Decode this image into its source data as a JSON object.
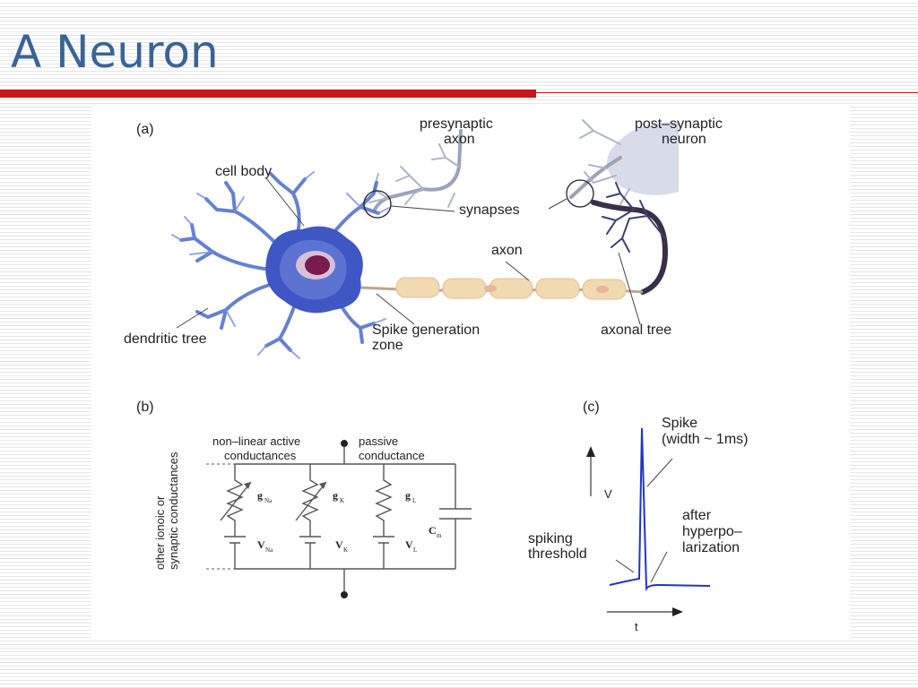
{
  "slide": {
    "title": "A Neuron"
  },
  "figure": {
    "panel_a": {
      "tag": "(a)",
      "presynaptic_axon": [
        "presynaptic",
        "axon"
      ],
      "post_synaptic_neuron": [
        "post–synaptic",
        "neuron"
      ],
      "cell_body": "cell body",
      "synapses": "synapses",
      "axon": "axon",
      "dendritic_tree": "dendritic tree",
      "spike_generation_zone": [
        "Spike generation",
        "zone"
      ],
      "axonal_tree": "axonal tree"
    },
    "panel_b": {
      "tag": "(b)",
      "nonlinear": [
        "non–linear active",
        "conductances"
      ],
      "passive": [
        "passive",
        "conductance"
      ],
      "side_label": [
        "other ionoic or",
        "synaptic conductances"
      ],
      "g_na": "g",
      "g_na_sub": "Na",
      "g_k": "g",
      "g_k_sub": "K",
      "g_l": "g",
      "g_l_sub": "L",
      "v_na": "V",
      "v_na_sub": "Na",
      "v_k": "V",
      "v_k_sub": "K",
      "v_l": "V",
      "v_l_sub": "L",
      "c_m": "C",
      "c_m_sub": "m"
    },
    "panel_c": {
      "tag": "(c)",
      "spike": [
        "Spike",
        "(width ~ 1ms)"
      ],
      "v_axis": "V",
      "t_axis": "t",
      "threshold": [
        "spiking",
        "threshold"
      ],
      "after": [
        "after",
        "hyperpo–",
        "larization"
      ],
      "trace_color": "#2233cc"
    }
  }
}
